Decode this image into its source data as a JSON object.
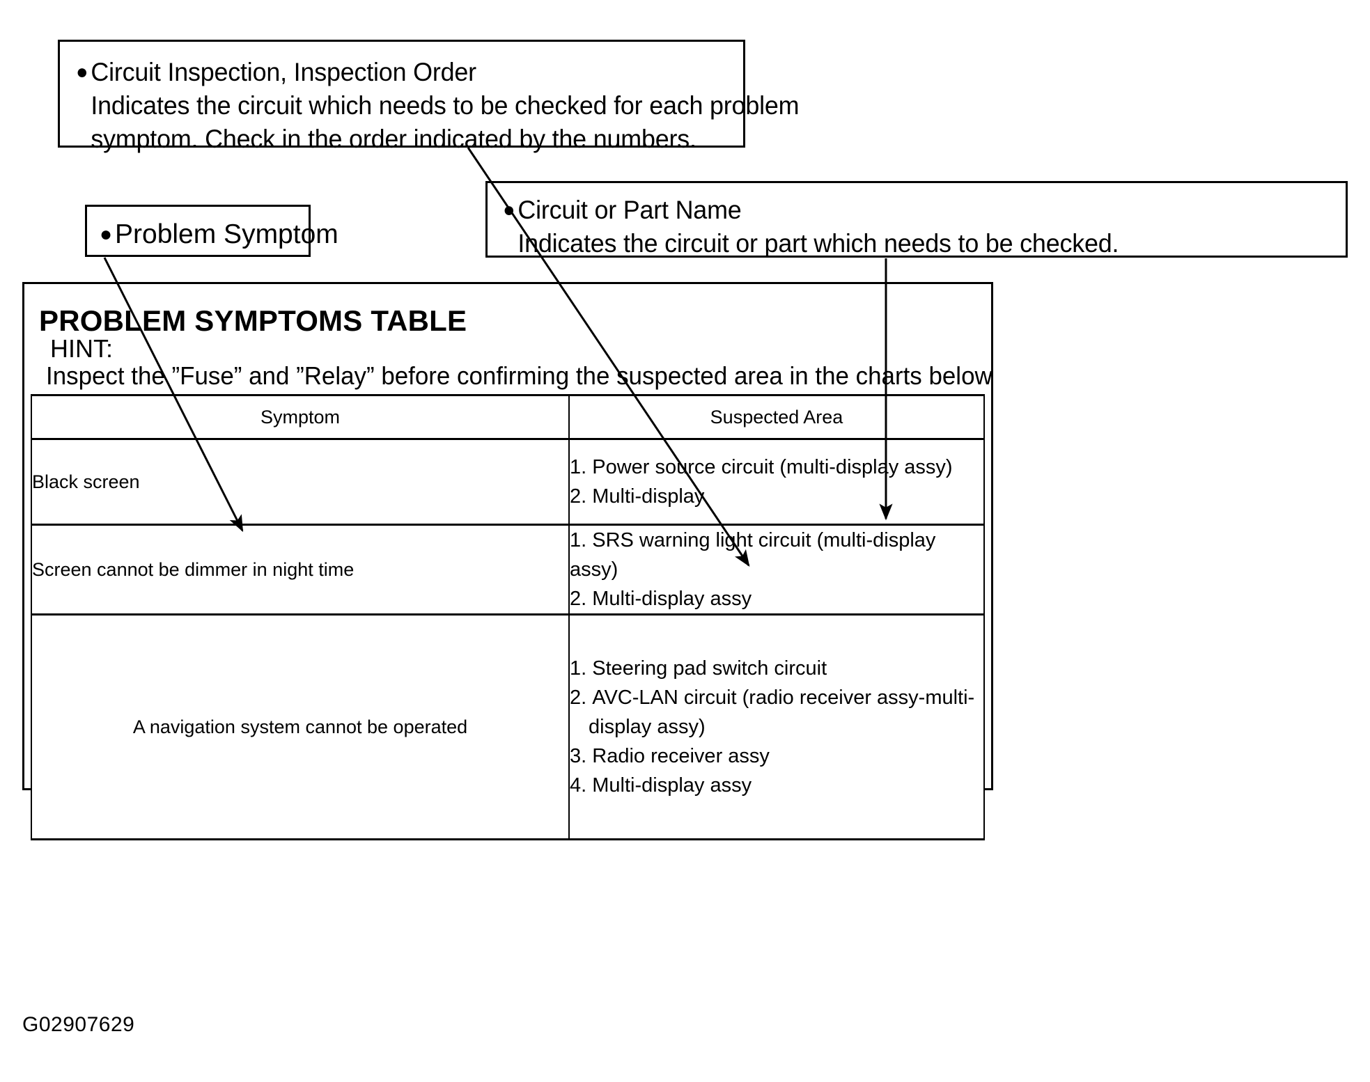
{
  "callouts": [
    {
      "id": "circuit-inspection",
      "bullet_title": "Circuit Inspection, Inspection Order",
      "line2": "Indicates the circuit which needs to be checked for each problem",
      "line3": "symptom. Check in the order indicated by the numbers."
    },
    {
      "id": "problem-symptom",
      "bullet_title": "Problem Symptom"
    },
    {
      "id": "circuit-or-part-name",
      "bullet_title": "Circuit or Part Name",
      "line2": "Indicates the circuit or part which needs to be checked."
    }
  ],
  "section": {
    "title": "PROBLEM SYMPTOMS TABLE",
    "hint_label": "HINT:",
    "hint_text": "Inspect the ”Fuse” and ”Relay” before confirming the suspected area in the charts below"
  },
  "table": {
    "headers": [
      "Symptom",
      "Suspected Area"
    ],
    "rows": [
      {
        "symptom": "Black screen",
        "symptom_align": "left",
        "suspected_area": [
          {
            "num": "1.",
            "text": "Power source circuit (multi-display assy)"
          },
          {
            "num": "2.",
            "text": "Multi-display"
          }
        ]
      },
      {
        "symptom": "Screen cannot be dimmer in night time",
        "symptom_align": "left",
        "suspected_area": [
          {
            "num": "1.",
            "text": "SRS warning light circuit (multi-display assy)"
          },
          {
            "num": "2.",
            "text": "Multi-display assy"
          }
        ]
      },
      {
        "symptom": "A navigation system cannot be operated",
        "symptom_align": "center",
        "suspected_area": [
          {
            "num": "1.",
            "text": "Steering pad switch circuit"
          },
          {
            "num": "2.",
            "text": "AVC-LAN circuit (radio receiver assy-multi-",
            "wrap": "display assy)"
          },
          {
            "num": "3.",
            "text": "Radio receiver assy"
          },
          {
            "num": "4.",
            "text": "Multi-display assy"
          }
        ]
      }
    ]
  },
  "figure_id": "G02907629",
  "icons": {
    "bullet": "●"
  },
  "colors": {
    "ink": "#000000",
    "paper": "#ffffff"
  }
}
